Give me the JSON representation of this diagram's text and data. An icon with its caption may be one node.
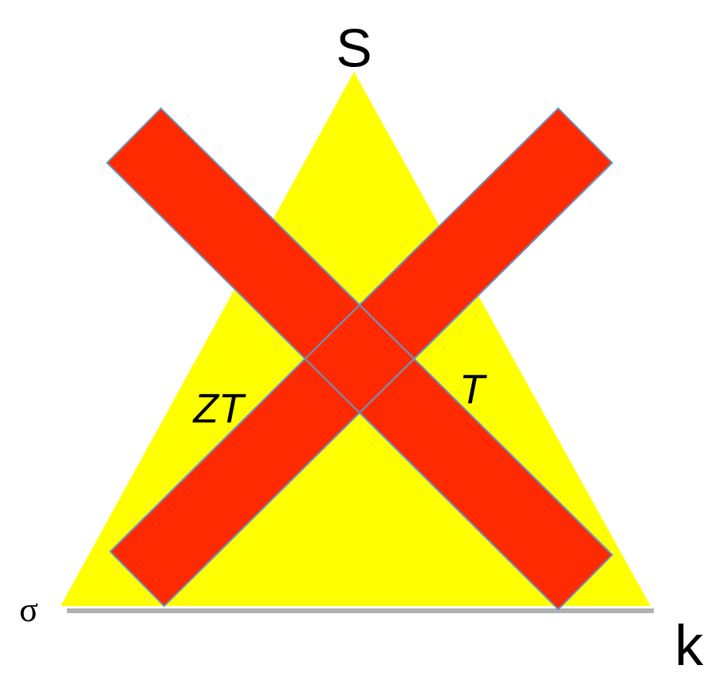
{
  "diagram": {
    "labels": [
      "S",
      "ZT",
      "T",
      "σ",
      "k"
    ]
  }
}
